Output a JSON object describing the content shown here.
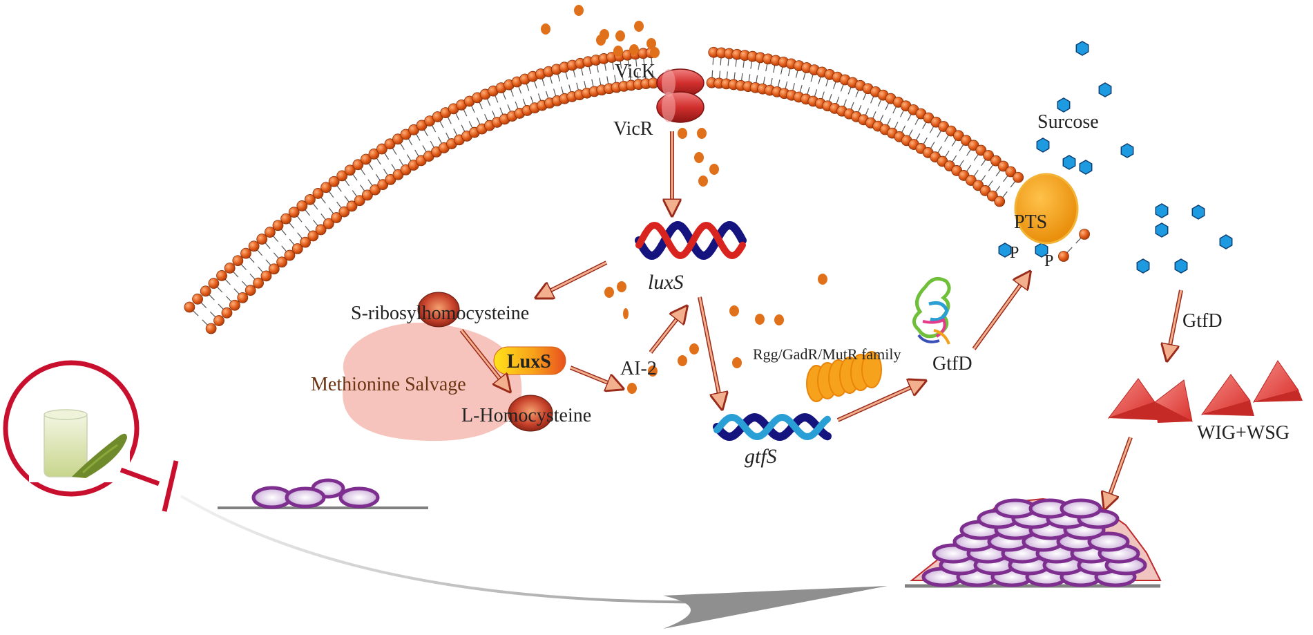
{
  "labels": {
    "vick": "VicK",
    "vicr": "VicR",
    "surcose": "Surcose",
    "pts": "PTS",
    "p1": "P",
    "p2": "P",
    "luxs_gene": "luxS",
    "gtfs_gene": "gtfS",
    "s_ribosyl": "S-ribosylhomocysteine",
    "luxs_enzyme": "LuxS",
    "methionine": "Methionine Salvage",
    "l_homocysteine": "L-Homocysteine",
    "ai2": "AI-2",
    "rgg": "Rgg/GadR/MutR family",
    "gtfd_mid": "GtfD",
    "gtfd_right": "GtfD",
    "wig_wsg": "WIG+WSG"
  },
  "icons": {
    "tea": "green-tea-cup-icon",
    "inhibitor": "inhibition-bar-icon",
    "biofilm": "biofilm-cluster-icon",
    "protein": "gtfd-protein-structure-icon"
  },
  "colors": {
    "membrane_head": "#e05a18",
    "vic_receptor": "#d2302e",
    "sucrose": "#1e9be0",
    "pts": "#f29d12",
    "luxs_gradient_start": "#ffe21a",
    "luxs_gradient_end": "#e8501e",
    "salvage_blob": "#f6c1b8",
    "glucan": "#e5403e",
    "biofilm_cell": "#7d2e8e",
    "inhibitor": "#c8102e",
    "arrow_fill": "#f3b08e",
    "arrow_stroke": "#9a2a1a"
  }
}
